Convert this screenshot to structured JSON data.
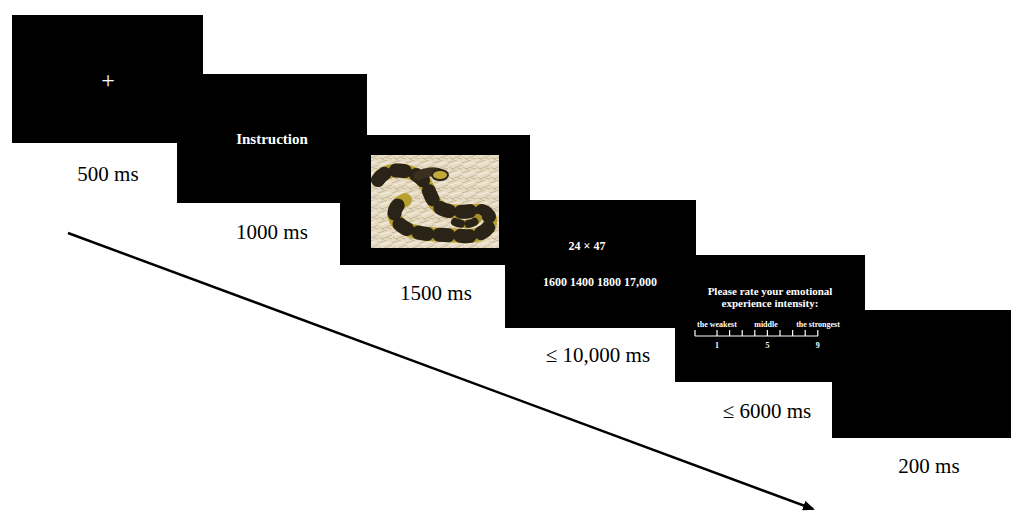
{
  "diagram": {
    "nodes": [
      {
        "text": [
          "+"
        ]
      },
      {
        "text": [
          "Instruction"
        ]
      },
      {
        "text": [
          "24 × 47",
          "1600 1400 1800 17,000"
        ]
      },
      {
        "text": [
          "Please rate your emotional experience intensity:",
          "the weakest",
          "middle",
          "the strongest",
          "1",
          "5",
          "9"
        ]
      }
    ],
    "labels": [
      "500 ms",
      "1000 ms",
      "1500 ms",
      "≤ 10,000 ms",
      "≤ 6000 ms",
      "200 ms"
    ]
  }
}
